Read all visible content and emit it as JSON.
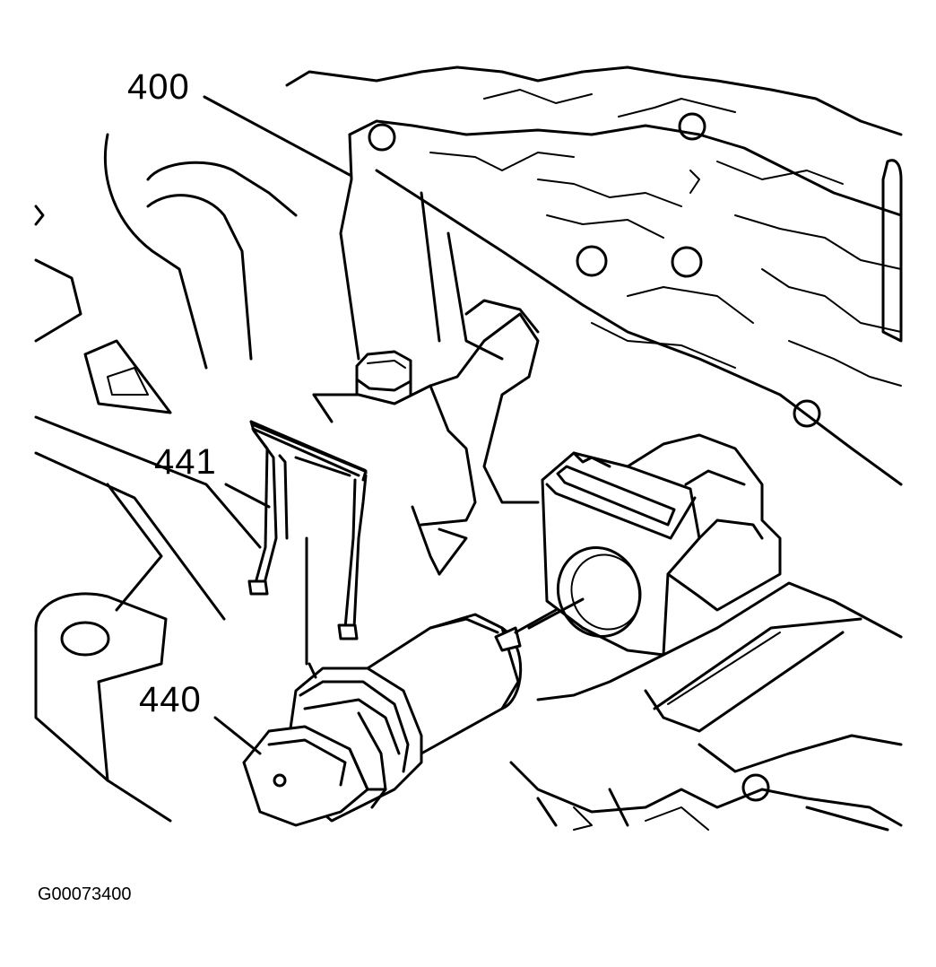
{
  "callouts": {
    "valve_body": "400",
    "retainer_clip": "441",
    "speed_sensor": "440"
  },
  "figure_id": "G00073400",
  "colors": {
    "line": "#000000",
    "background": "#ffffff"
  }
}
